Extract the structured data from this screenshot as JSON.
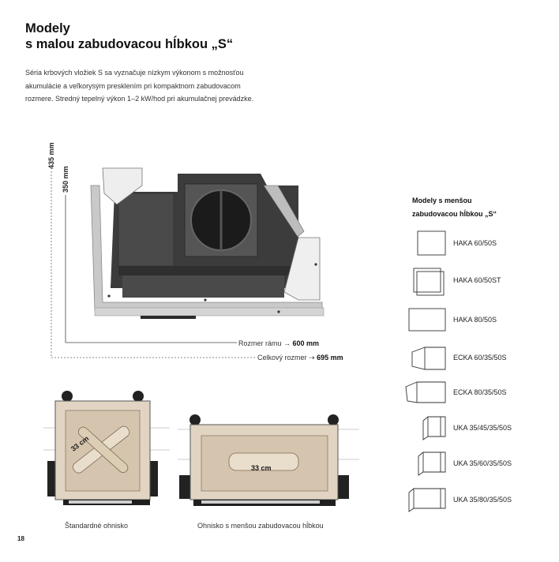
{
  "header": {
    "title_line1": "Modely",
    "title_line2": "s malou zabudovacou hĺbkou „S“",
    "intro_line1": "Séria krbových vložiek S sa vyznačuje nízkym výkonom s možnosťou",
    "intro_line2": "akumulácie a veľkorysým presklením pri kompaktnom zabudovacom",
    "intro_line3": "rozmere. Stredný tepelný výkon 1–2 kW/hod pri akumulačnej prevádzke."
  },
  "dimensions": {
    "outer_depth": "435 mm",
    "inner_depth": "350 mm",
    "frame_label": "Rozmer rámu",
    "frame_value": "600 mm",
    "total_label": "Celkový rozmer",
    "total_value": "695 mm"
  },
  "sidebar": {
    "title_line1": "Modely s menšou",
    "title_line2": "zabudovacou hĺbkou „S“",
    "models": [
      {
        "label": "HAKA 60/50S",
        "icon": "single-front-icon"
      },
      {
        "label": "HAKA 60/50ST",
        "icon": "double-front-icon"
      },
      {
        "label": "HAKA 80/50S",
        "icon": "wide-front-icon"
      },
      {
        "label": "ECKA 60/35/50S",
        "icon": "corner-icon"
      },
      {
        "label": "ECKA 80/35/50S",
        "icon": "wide-corner-icon"
      },
      {
        "label": "UKA 35/45/35/50S",
        "icon": "u-shape-icon"
      },
      {
        "label": "UKA 35/60/35/50S",
        "icon": "u-shape-icon"
      },
      {
        "label": "UKA 35/80/35/50S",
        "icon": "wide-u-shape-icon"
      }
    ]
  },
  "bottom": {
    "left_log_label": "33 cm",
    "right_log_label": "33 cm",
    "left_caption": "Štandardné ohnisko",
    "right_caption": "Ohnisko s menšou zabudovacou hĺbkou"
  },
  "page_number": "18"
}
